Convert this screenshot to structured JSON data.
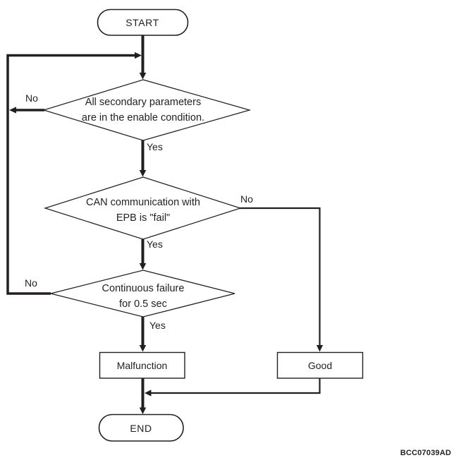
{
  "figure_code": "BCC07039AD",
  "colors": {
    "line": "#231f20",
    "text": "#231f20",
    "background": "#ffffff"
  },
  "nodes": {
    "start": {
      "type": "terminator",
      "label": "START"
    },
    "decision_enable_condition": {
      "type": "decision",
      "line1": "All secondary parameters",
      "line2": "are in the enable condition."
    },
    "decision_can_epb": {
      "type": "decision",
      "line1": "CAN communication with",
      "line2": "EPB is \"fail\""
    },
    "decision_continuous_failure": {
      "type": "decision",
      "line1": "Continuous failure",
      "line2": "for 0.5 sec"
    },
    "malfunction": {
      "type": "process",
      "label": "Malfunction"
    },
    "good": {
      "type": "process",
      "label": "Good"
    },
    "end": {
      "type": "terminator",
      "label": "END"
    }
  },
  "edge_labels": {
    "enable_no": "No",
    "enable_yes": "Yes",
    "can_no": "No",
    "can_yes": "Yes",
    "failure_no": "No",
    "failure_yes": "Yes"
  }
}
